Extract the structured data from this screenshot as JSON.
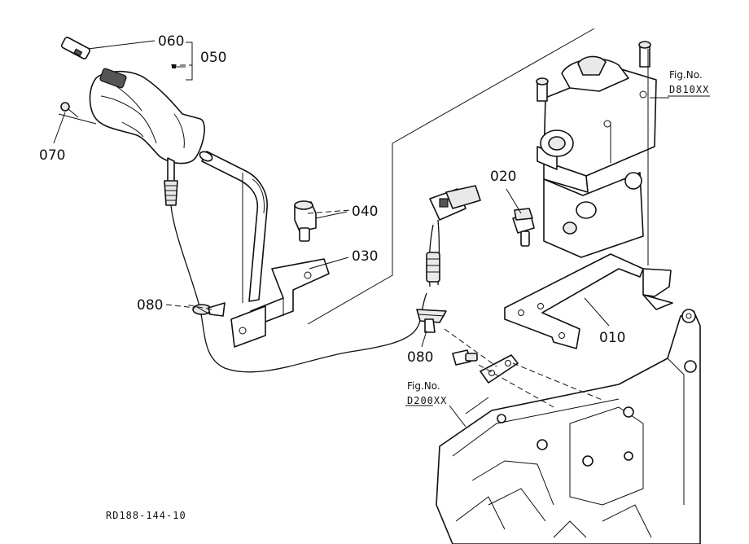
{
  "diagram": {
    "callouts": {
      "p060": "060",
      "p050": "050",
      "p070": "070",
      "p040": "040",
      "p030": "030",
      "p080a": "080",
      "p080b": "080",
      "p020": "020",
      "p010": "010"
    },
    "figure_refs": {
      "upper_prefix": "Fig.No.",
      "upper_code": "D810XX",
      "lower_prefix": "Fig.No.",
      "lower_code": "D200XX"
    },
    "drawing_code": "RD188-144-10"
  }
}
